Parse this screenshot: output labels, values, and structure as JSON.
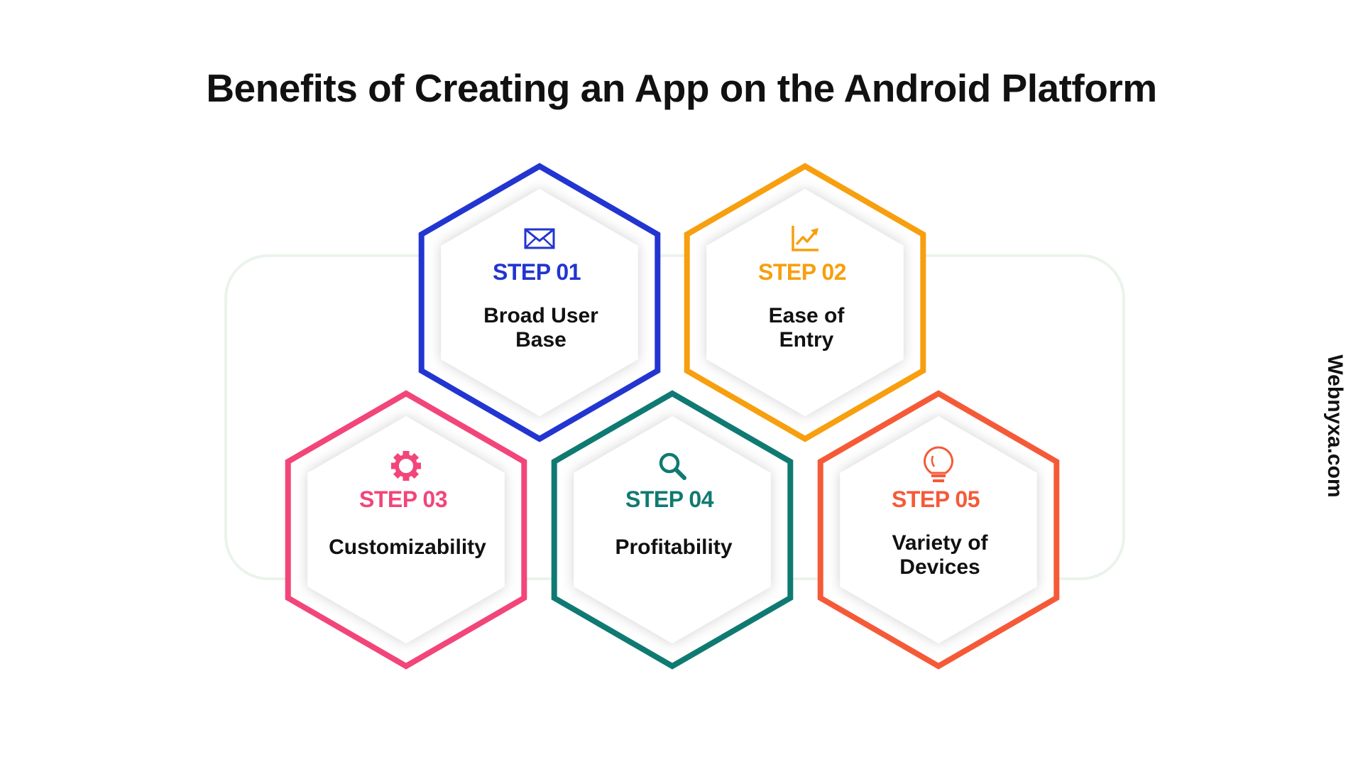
{
  "title": "Benefits of Creating an App on the Android Platform",
  "watermark": "Webnyxa.com",
  "steps": [
    {
      "step": "STEP 01",
      "label_lines": [
        "Broad User",
        "Base"
      ],
      "icon": "mail-icon",
      "color": "#2235d0"
    },
    {
      "step": "STEP 02",
      "label_lines": [
        "Ease of",
        "Entry"
      ],
      "icon": "chart-up-icon",
      "color": "#f79f0e"
    },
    {
      "step": "STEP 03",
      "label_lines": [
        "Customizability"
      ],
      "icon": "gear-icon",
      "color": "#f2457a"
    },
    {
      "step": "STEP 04",
      "label_lines": [
        "Profitability"
      ],
      "icon": "search-icon",
      "color": "#0f7a72"
    },
    {
      "step": "STEP 05",
      "label_lines": [
        "Variety of",
        "Devices"
      ],
      "icon": "lightbulb-icon",
      "color": "#f55a38"
    }
  ]
}
